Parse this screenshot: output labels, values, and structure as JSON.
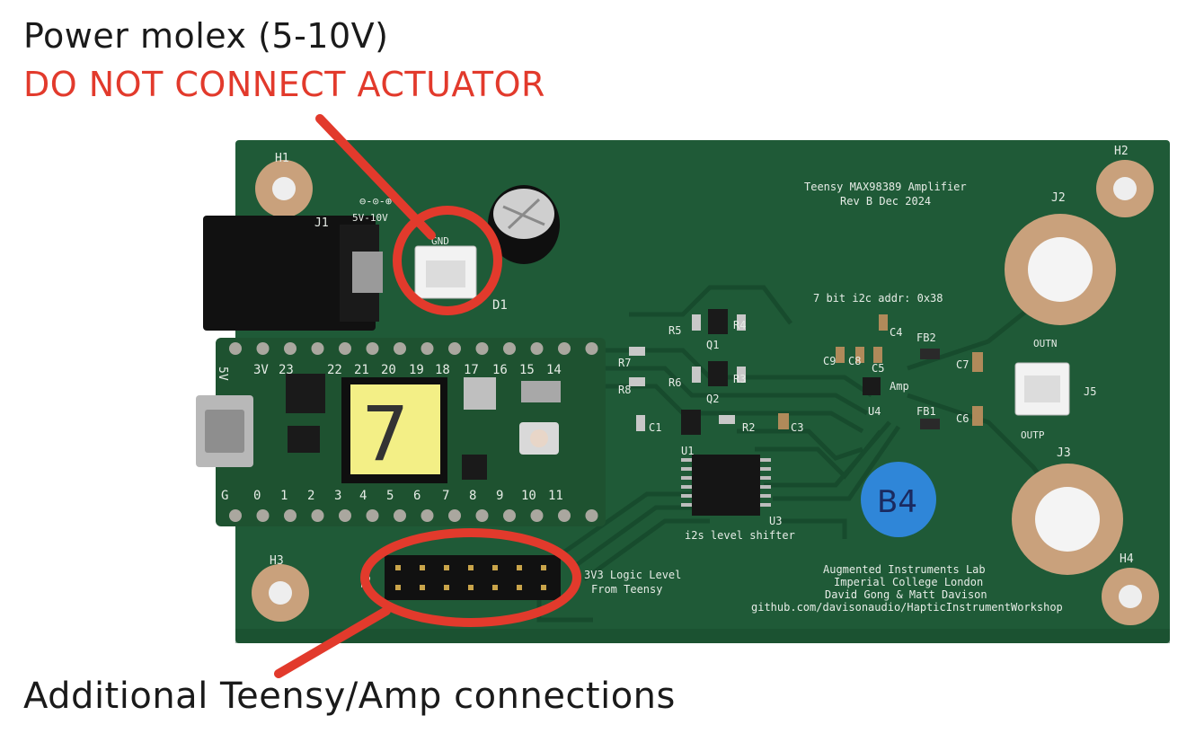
{
  "captions": {
    "top_label": "Power molex (5-10V)",
    "warning": "DO NOT CONNECT ACTUATOR",
    "bottom_label": "Additional Teensy/Amp connections"
  },
  "colors": {
    "annotation_red": "#e23a2c",
    "pcb_green": "#1f5a37",
    "pcb_dark": "#174a2c",
    "teensy_green": "#1e5230",
    "pad_copper": "#c9a17c",
    "sticky_yellow": "#f3ef86",
    "blue_sticker": "#2f86d8"
  },
  "board": {
    "title_line1": "Teensy MAX98389 Amplifier",
    "title_line2": "Rev B Dec 2024",
    "i2c_label": "7 bit i2c addr: 0x38",
    "credits": [
      "Augmented Instruments Lab",
      "Imperial College London",
      "David Gong & Matt Davison",
      "github.com/davisonaudio/HapticInstrumentWorkshop"
    ],
    "logic_level": [
      "3V3 Logic Level",
      "From Teensy"
    ],
    "level_shifter": "i2s level shifter",
    "holes": [
      "H1",
      "H2",
      "H3",
      "H4"
    ],
    "jacks": [
      "J1",
      "J2",
      "J3"
    ],
    "power_label": "5V-10V",
    "gnd_label": "GND",
    "amp_label": "Amp",
    "outn": "OUTN",
    "outp": "OUTP",
    "header_ref": "J6",
    "molex_out_ref": "J5",
    "diode_ref": "D1",
    "components": [
      "R5",
      "R4",
      "Q1",
      "R7",
      "R8",
      "R6",
      "R3",
      "Q2",
      "C1",
      "R2",
      "C3",
      "U1",
      "U3",
      "U4",
      "C9",
      "C8",
      "C5",
      "C4",
      "FB2",
      "FB1",
      "C7",
      "C6"
    ]
  },
  "teensy": {
    "top_pins": [
      "3V",
      "23",
      "22",
      "21",
      "20",
      "19",
      "18",
      "17",
      "16",
      "15",
      "14"
    ],
    "bottom_pins": [
      "G",
      "0",
      "1",
      "2",
      "3",
      "4",
      "5",
      "6",
      "7",
      "8",
      "9",
      "10",
      "11"
    ],
    "side_label": "5V",
    "sticky_note": "7"
  },
  "sticker": "B4"
}
